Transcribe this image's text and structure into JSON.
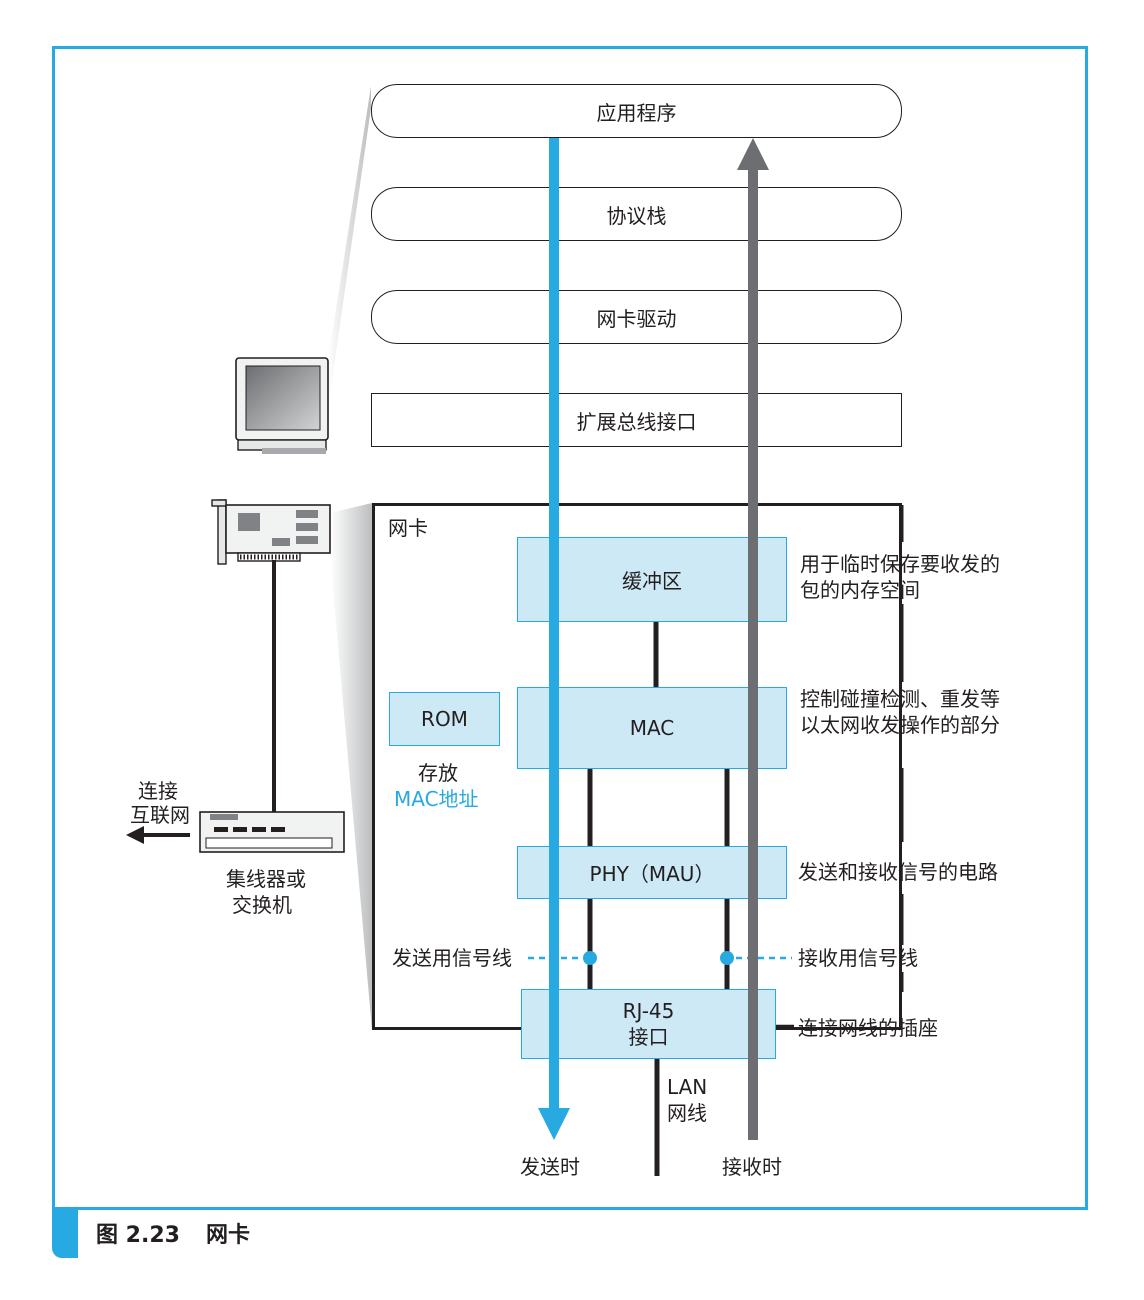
{
  "layers": {
    "app": "应用程序",
    "protocol_stack": "协议栈",
    "nic_driver": "网卡驱动",
    "bus_interface": "扩展总线接口"
  },
  "nic": {
    "title": "网卡",
    "buffer": "缓冲区",
    "mac": "MAC",
    "phy": "PHY（MAU）",
    "rom": "ROM",
    "rom_note_line1": "存放",
    "rom_note_line2": "MAC地址",
    "rj45_line1": "RJ-45",
    "rj45_line2": "接口"
  },
  "annotations": {
    "buffer_desc_line1": "用于临时保存要收发的",
    "buffer_desc_line2": "包的内存空间",
    "mac_desc_line1": "控制碰撞检测、重发等",
    "mac_desc_line2": "以太网收发操作的部分",
    "phy_desc": "发送和接收信号的电路",
    "tx_line": "发送用信号线",
    "rx_line": "接收用信号线",
    "rj45_desc": "连接网线的插座"
  },
  "cable": {
    "lan_line1": "LAN",
    "lan_line2": "网线"
  },
  "arrows": {
    "send": "发送时",
    "receive": "接收时"
  },
  "left": {
    "internet_line1": "连接",
    "internet_line2": "互联网",
    "hub_line1": "集线器或",
    "hub_line2": "交换机"
  },
  "caption": {
    "number": "图 2.23",
    "title": "网卡"
  },
  "colors": {
    "accent": "#27a9e1",
    "block_fill": "#cde9f5",
    "receive_arrow": "#6d6e71"
  }
}
